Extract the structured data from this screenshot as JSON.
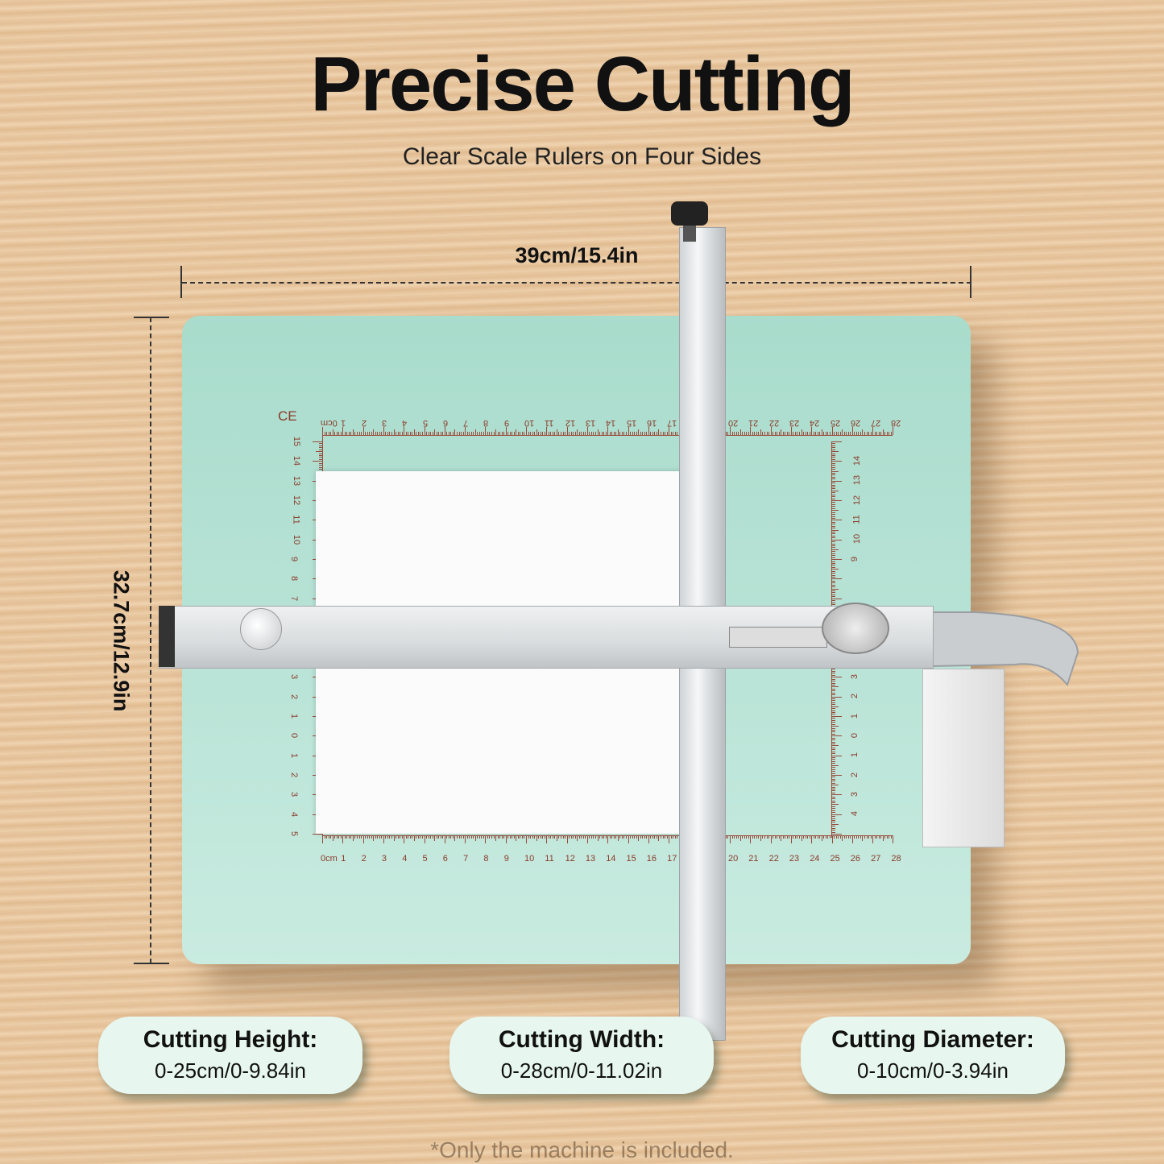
{
  "title": "Precise Cutting",
  "subtitle": "Clear Scale Rulers on Four Sides",
  "dimensions": {
    "width": "39cm/15.4in",
    "height": "32.7cm/12.9in"
  },
  "ruler": {
    "top": [
      "0cm",
      "1",
      "2",
      "3",
      "4",
      "5",
      "6",
      "7",
      "8",
      "9",
      "10",
      "11",
      "12",
      "13",
      "14",
      "15",
      "16",
      "17",
      "",
      "",
      "20",
      "21",
      "22",
      "23",
      "24",
      "25",
      "26",
      "27",
      "28"
    ],
    "bottom": [
      "0cm",
      "1",
      "2",
      "3",
      "4",
      "5",
      "6",
      "7",
      "8",
      "9",
      "10",
      "11",
      "12",
      "13",
      "14",
      "15",
      "16",
      "17",
      "",
      "",
      "20",
      "21",
      "22",
      "23",
      "24",
      "25",
      "26",
      "27",
      "28"
    ],
    "left": [
      "15",
      "14",
      "13",
      "12",
      "11",
      "10",
      "9",
      "8",
      "7",
      "",
      "",
      "",
      "3",
      "2",
      "1",
      "0",
      "1",
      "2",
      "3",
      "4",
      "5"
    ],
    "right": [
      "14",
      "13",
      "12",
      "11",
      "10",
      "9",
      "",
      "",
      "",
      "",
      "",
      "3",
      "2",
      "1",
      "0",
      "1",
      "2",
      "3",
      "4"
    ],
    "ce_mark": "CE"
  },
  "specs": [
    {
      "title": "Cutting Height:",
      "value": "0-25cm/0-9.84in"
    },
    {
      "title": "Cutting Width:",
      "value": "0-28cm/0-11.02in"
    },
    {
      "title": "Cutting Diameter:",
      "value": "0-10cm/0-3.94in"
    }
  ],
  "note": "*Only the machine is included.",
  "colors": {
    "board": "#b8e3d6",
    "ruler": "#8a3a2a",
    "badge": "#e7f7f0"
  }
}
